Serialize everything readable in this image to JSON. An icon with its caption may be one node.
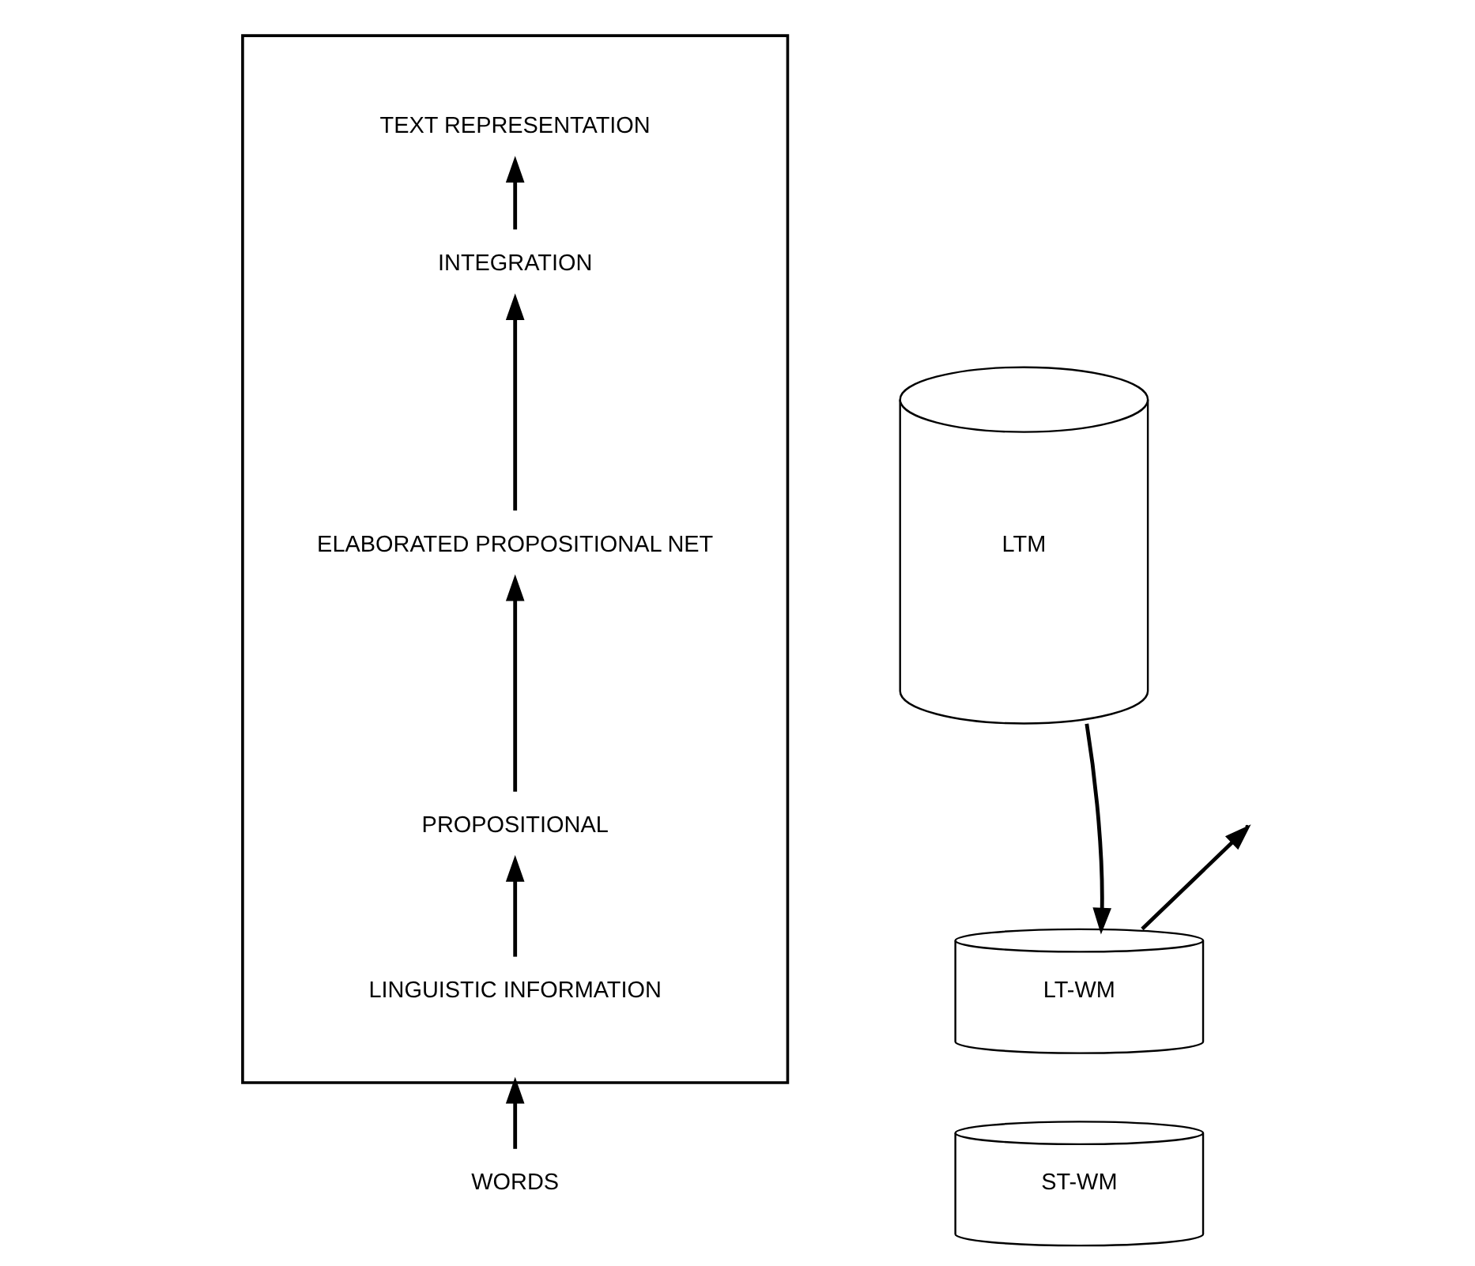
{
  "diagram": {
    "nodes": [
      {
        "text": [],
        "shape": "box"
      },
      {
        "text": [
          "TEXT REPRESENTATION"
        ],
        "in": 0
      },
      {
        "text": [
          "INTEGRATION"
        ],
        "in": 0
      },
      {
        "text": [
          "ELABORATED PROPOSITIONAL NET"
        ],
        "in": 0
      },
      {
        "text": [
          "PROPOSITIONAL"
        ],
        "in": 0
      },
      {
        "text": [
          "LINGUISTIC INFORMATION"
        ],
        "in": 0
      },
      {
        "text": [
          "WORDS"
        ]
      },
      {
        "text": [
          "LTM"
        ]
      },
      {
        "text": [
          "LT-WM"
        ]
      },
      {
        "text": [
          "ST-WM"
        ]
      }
    ],
    "edges": [
      {
        "from": 5,
        "to": 4,
        "arrow": "to"
      },
      {
        "from": 4,
        "to": 3,
        "arrow": "to"
      },
      {
        "from": 3,
        "to": 2,
        "arrow": "to"
      },
      {
        "from": 2,
        "to": 1,
        "arrow": "to"
      },
      {
        "from": 6,
        "to": 0,
        "arrow": "to"
      },
      {
        "from": 7,
        "to": 8,
        "arrow": "to"
      },
      {
        "from": 8,
        "to": null,
        "arrow": "to"
      }
    ]
  }
}
